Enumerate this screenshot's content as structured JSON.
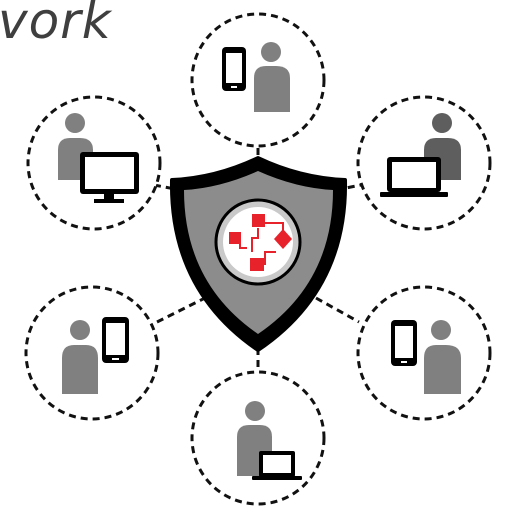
{
  "title_fragment": "vork",
  "colors": {
    "dashed_border": "#111111",
    "person": "#808080",
    "person_dark": "#5e5e5e",
    "device": "#000000",
    "shield_outer": "#000000",
    "shield_fill": "#8c8c8c",
    "emblem_ring": "#c9c9c9",
    "flow_red": "#e8222a"
  },
  "nodes": [
    {
      "id": "top",
      "device": "phone-icon"
    },
    {
      "id": "upper-left",
      "device": "desktop-monitor-icon"
    },
    {
      "id": "upper-right",
      "device": "laptop-icon"
    },
    {
      "id": "lower-left",
      "device": "phone-icon"
    },
    {
      "id": "lower-right",
      "device": "phone-icon"
    },
    {
      "id": "bottom",
      "device": "laptop-icon"
    }
  ],
  "center": {
    "icon": "shield-icon",
    "emblem": "flowchart-icon"
  }
}
